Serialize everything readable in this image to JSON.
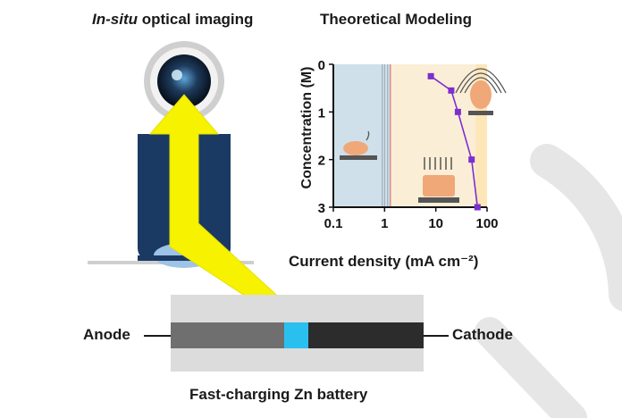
{
  "header": {
    "left_italic": "In-situ",
    "left_rest": " optical imaging",
    "right": "Theoretical Modeling"
  },
  "battery": {
    "anode_label": "Anode",
    "cathode_label": "Cathode",
    "caption": "Fast-charging Zn battery"
  },
  "chart_data": {
    "type": "scatter",
    "x_scale": "log",
    "xlim": [
      0.1,
      100
    ],
    "ylim": [
      3,
      0
    ],
    "xlabel": "Current density (mA cm⁻²)",
    "ylabel": "Concentration (M)",
    "x_ticks": [
      "0.1",
      "1",
      "10",
      "100"
    ],
    "y_ticks": [
      "0",
      "1",
      "2",
      "3"
    ],
    "x_tick_values": [
      0.1,
      1,
      10,
      100
    ],
    "y_tick_values": [
      0,
      1,
      2,
      3
    ],
    "series": [
      {
        "x": [
          8,
          20,
          27,
          50,
          65
        ],
        "y": [
          0.25,
          0.55,
          1.0,
          2.0,
          3.0
        ],
        "color": "#7b2fd0"
      }
    ],
    "region_boundary_x": 1.3,
    "region_colors": [
      "#cfe0ea",
      "#fbeed6"
    ]
  },
  "colors": {
    "arrow": "#f6f200",
    "camera_body": "#1b3a63",
    "anode": "#6f6f6f",
    "cathode": "#2c2c2c",
    "separator_window": "#29c0f0",
    "battery_frame": "#dcdcdc"
  }
}
